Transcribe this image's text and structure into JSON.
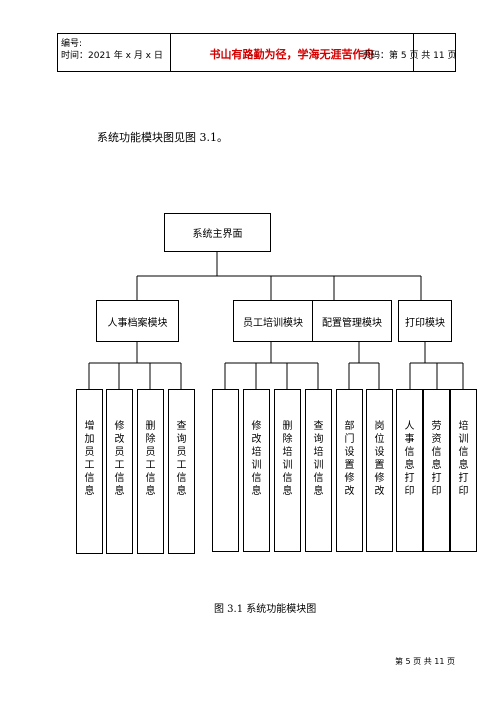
{
  "header": {
    "number_label": "编号:",
    "time_label": "时间：2021 年 x 月 x 日",
    "slogan": "书山有路勤为径，学海无涯苦作舟",
    "page_label": "页码：第 5 页  共 11 页"
  },
  "body": {
    "intro": "系统功能模块图见图 3.1。",
    "caption": "图 3.1  系统功能模块图"
  },
  "diagram": {
    "root": "系统主界面",
    "modules": [
      "人事档案模块",
      "员工培训模块",
      "配置管理模块",
      "打印模块"
    ],
    "leaves": {
      "personnel": [
        "增加员工信息",
        "修改员工信息",
        "删除员工信息",
        "查询员工信息"
      ],
      "training": [
        "",
        "修改培训信息",
        "删除培训信息",
        "查询培训信息"
      ],
      "config": [
        "部门设置修改",
        "岗位设置修改"
      ],
      "print": [
        "人事信息打印",
        "劳资信息打印",
        "培训信息打印"
      ]
    }
  },
  "footer": {
    "page": "第 5 页 共 11 页"
  }
}
